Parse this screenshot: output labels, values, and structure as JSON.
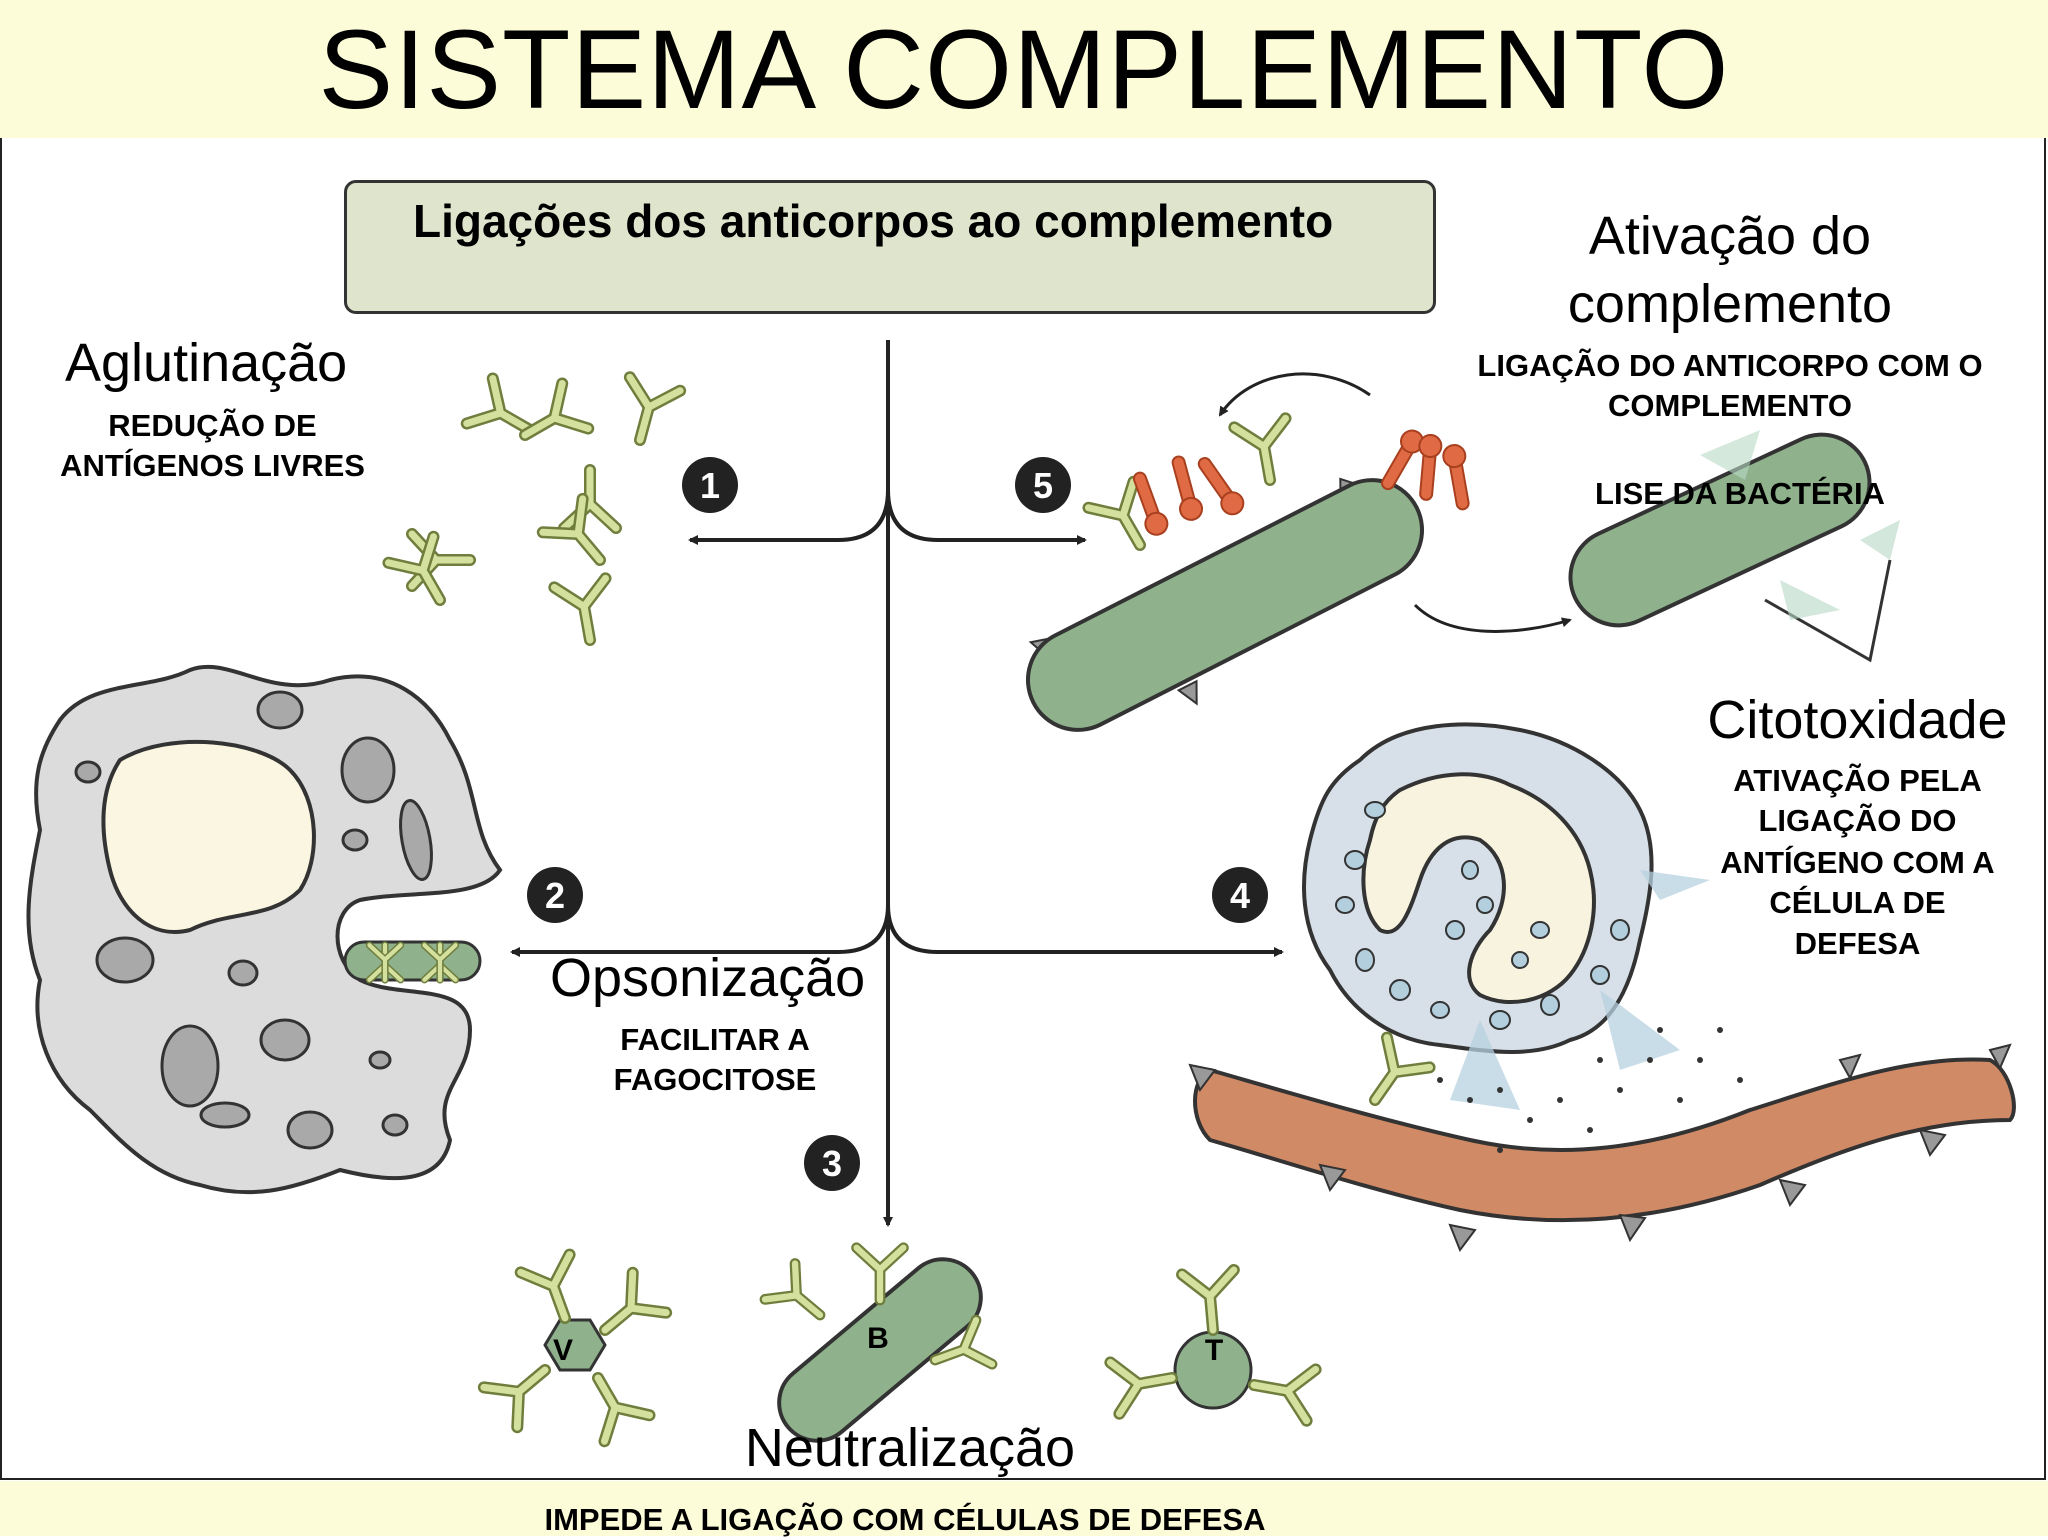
{
  "title": "SISTEMA COMPLEMENTO",
  "header": "Ligações dos anticorpos ao complemento",
  "steps": [
    "1",
    "2",
    "3",
    "4",
    "5"
  ],
  "aglutinacao": {
    "label": "Aglutinação",
    "desc_line1": "REDUÇÃO DE",
    "desc_line2": "ANTÍGENOS LIVRES"
  },
  "ativacao": {
    "label_line1": "Ativação do",
    "label_line2": "complemento",
    "desc_line1": "LIGAÇÃO DO ANTICORPO COM O",
    "desc_line2": "COMPLEMENTO",
    "lise": "LISE DA BACTÉRIA"
  },
  "opsonizacao": {
    "label": "Opsonização",
    "desc_line1": "FACILITAR A",
    "desc_line2": "FAGOCITOSE"
  },
  "citotoxidade": {
    "label": "Citotoxidade",
    "desc_line1": "ATIVAÇÃO PELA",
    "desc_line2": "LIGAÇÃO DO",
    "desc_line3": "ANTÍGENO COM A",
    "desc_line4": "CÉLULA DE",
    "desc_line5": "DEFESA"
  },
  "neutralizacao": {
    "label": "Neutralização",
    "desc": "IMPEDE A LIGAÇÃO COM CÉLULAS DE DEFESA",
    "virus": "V",
    "bacteria": "B",
    "toxin": "T"
  },
  "colors": {
    "antibody": "#b9c97a",
    "bacterium": "#8fb28d",
    "complement": "#e06a43",
    "cell": "#dcdcdc",
    "target": "#d18a66",
    "banner": "#fdfcd9"
  }
}
